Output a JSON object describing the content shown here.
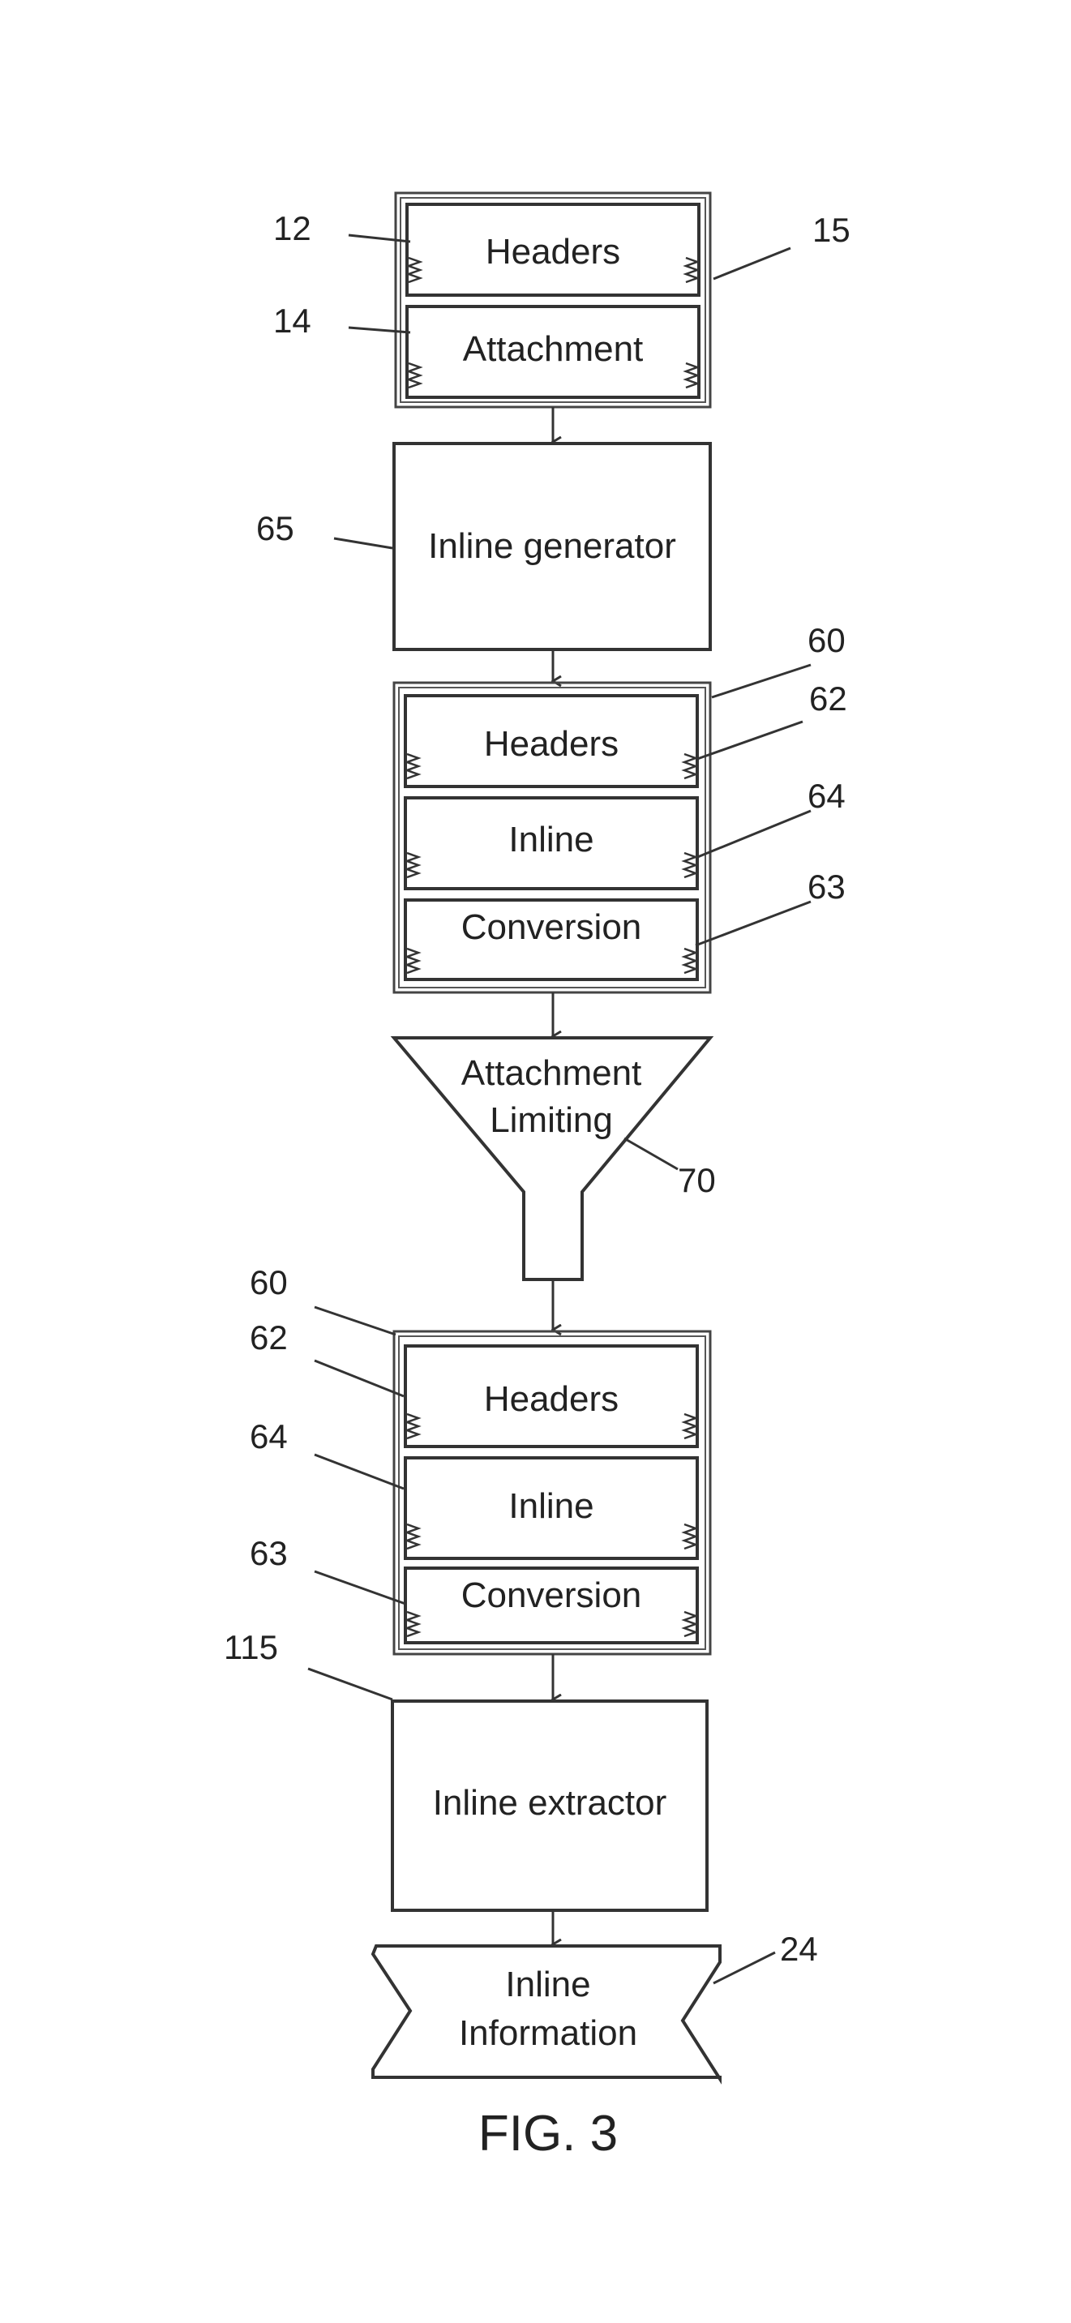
{
  "diagram": {
    "group_top": {
      "ref_frame": "15",
      "headers": {
        "label": "Headers",
        "ref": "12"
      },
      "attachment": {
        "label": "Attachment",
        "ref": "14"
      }
    },
    "inline_generator": {
      "label": "Inline generator",
      "ref": "65"
    },
    "group_mid": {
      "ref_frame": "60",
      "headers": {
        "label": "Headers",
        "ref": "62"
      },
      "inline": {
        "label": "Inline",
        "ref": "64"
      },
      "conversion": {
        "label": "Conversion",
        "ref": "63"
      }
    },
    "funnel": {
      "line1": "Attachment",
      "line2": "Limiting",
      "ref": "70"
    },
    "group_low": {
      "ref_frame": "60",
      "headers": {
        "label": "Headers",
        "ref": "62"
      },
      "inline": {
        "label": "Inline",
        "ref": "64"
      },
      "conversion": {
        "label": "Conversion",
        "ref": "63"
      }
    },
    "inline_extractor": {
      "label": "Inline extractor",
      "ref": "115"
    },
    "inline_information": {
      "line1": "Inline",
      "line2": "Information",
      "ref": "24"
    },
    "figure_label": "FIG. 3"
  }
}
